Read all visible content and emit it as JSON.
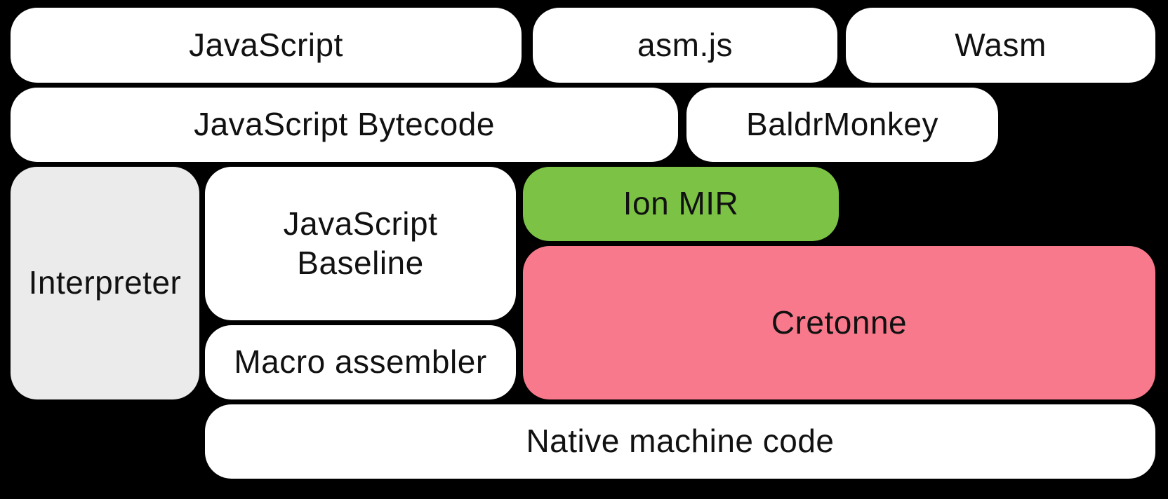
{
  "diagram": {
    "boxes": {
      "javascript": {
        "label": "JavaScript",
        "fill": "white"
      },
      "asmjs": {
        "label": "asm.js",
        "fill": "white"
      },
      "wasm": {
        "label": "Wasm",
        "fill": "white"
      },
      "bytecode": {
        "label": "JavaScript Bytecode",
        "fill": "white"
      },
      "baldrmonkey": {
        "label": "BaldrMonkey",
        "fill": "white"
      },
      "interpreter": {
        "label": "Interpreter",
        "fill": "gray"
      },
      "baseline": {
        "label": "JavaScript\nBaseline",
        "fill": "white"
      },
      "ionmir": {
        "label": "Ion MIR",
        "fill": "green"
      },
      "cretonne": {
        "label": "Cretonne",
        "fill": "pink"
      },
      "macroassembler": {
        "label": "Macro assembler",
        "fill": "white"
      },
      "nativecode": {
        "label": "Native machine code",
        "fill": "white"
      }
    },
    "colors": {
      "background": "#000000",
      "white": "#FFFFFF",
      "gray": "#EBEBEB",
      "green": "#7CC345",
      "pink": "#F7798B",
      "text": "#111111"
    }
  }
}
